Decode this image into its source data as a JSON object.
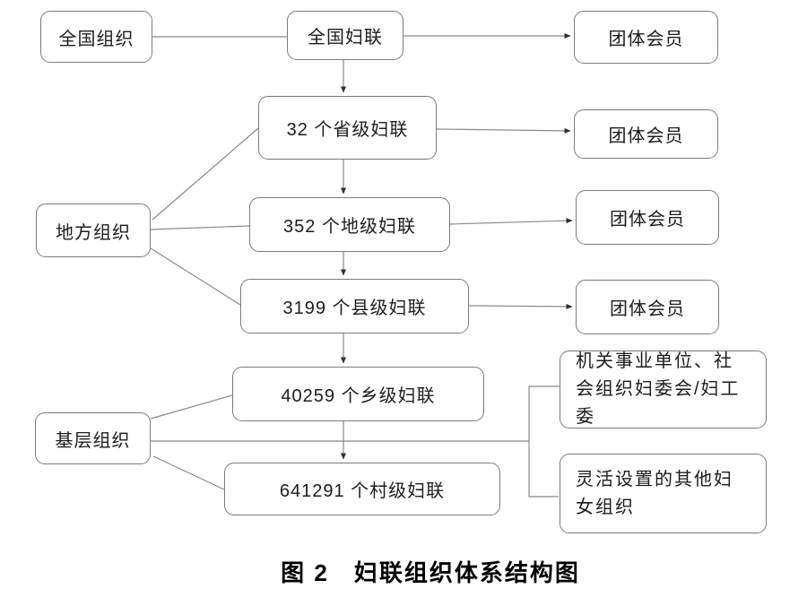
{
  "caption": "图 2　妇联组织体系结构图",
  "colors": {
    "background": "#ffffff",
    "box_border": "#7b7b7b",
    "connector": "#8a8a8a",
    "arrowhead": "#2f2f2f",
    "text": "#1c1c1c"
  },
  "nodes": {
    "national_org": "全国组织",
    "national_fulian": "全国妇联",
    "provincial": "32 个省级妇联",
    "prefecture": "352 个地级妇联",
    "county": "3199 个县级妇联",
    "township": "40259 个乡级妇联",
    "village": "641291 个村级妇联",
    "local_org": "地方组织",
    "grassroots_org": "基层组织",
    "org_committee": "机关事业单位、社会组织妇委会/妇工委",
    "flexible_org": "灵活设置的其他妇女组织",
    "group_members": [
      "团体会员",
      "团体会员",
      "团体会员",
      "团体会员"
    ]
  }
}
